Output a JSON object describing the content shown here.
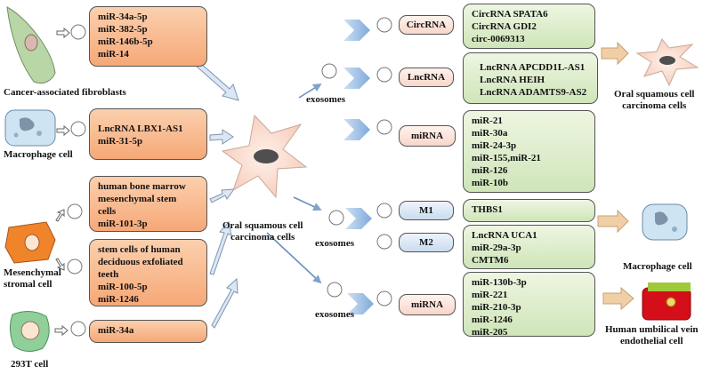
{
  "sources": {
    "caf": {
      "label": "Cancer-associated fibroblasts",
      "items": [
        "miR-34a-5p",
        "miR-382-5p",
        "miR-146b-5p",
        "miR-14"
      ]
    },
    "macrophage": {
      "label": "Macrophage cell",
      "items": [
        "LncRNA LBX1-AS1",
        "miR-31-5p"
      ]
    },
    "msc_hbm": {
      "items": [
        "human bone marrow",
        "mesenchymal stem",
        "cells",
        "miR-101-3p"
      ]
    },
    "msc_shed": {
      "items": [
        "stem cells of human",
        "deciduous exfoliated",
        "teeth",
        "miR-100-5p",
        "miR-1246"
      ]
    },
    "msc_label": [
      "Mesenchymal",
      "stromal cell"
    ],
    "t293": {
      "label": "293T cell",
      "items": [
        "miR-34a"
      ]
    }
  },
  "center": {
    "label": [
      "Oral squamous cell",
      "carcinoma cells"
    ]
  },
  "exosome_label": "exosomes",
  "targets": {
    "circrna": {
      "tag": "CircRNA",
      "items": [
        "CircRNA SPATA6",
        "CircRNA GDI2",
        "circ-0069313"
      ]
    },
    "lncrna": {
      "tag": "LncRNA",
      "items": [
        "LncRNA APCDD1L-AS1",
        "LncRNA HEIH",
        "LncRNA ADAMTS9-AS2"
      ]
    },
    "mirna1": {
      "tag": "miRNA",
      "items": [
        "miR-21",
        "miR-30a",
        "miR-24-3p",
        "miR-155,miR-21",
        "miR-126",
        "miR-10b"
      ]
    },
    "m1": {
      "tag": "M1",
      "items": [
        "THBS1"
      ]
    },
    "m2": {
      "tag": "M2",
      "items": [
        "LncRNA UCA1",
        "miR-29a-3p",
        "CMTM6"
      ]
    },
    "mirna2": {
      "tag": "miRNA",
      "items": [
        "miR-130b-3p",
        "miR-221",
        "miR-210-3p",
        "miR-1246",
        "miR-205"
      ]
    }
  },
  "outcomes": {
    "oscc": [
      "Oral squamous cell",
      "carcinoma cells"
    ],
    "macrophage": "Macrophage cell",
    "huvec": [
      "Human umbilical vein",
      "endothelial cell"
    ]
  },
  "colors": {
    "orange_box": "#f6a877",
    "green_box": "#cfe5b9",
    "blue_tag": "#c9dcef",
    "pink_tag": "#f9d6c9",
    "arrow": "#a9c3e3"
  }
}
